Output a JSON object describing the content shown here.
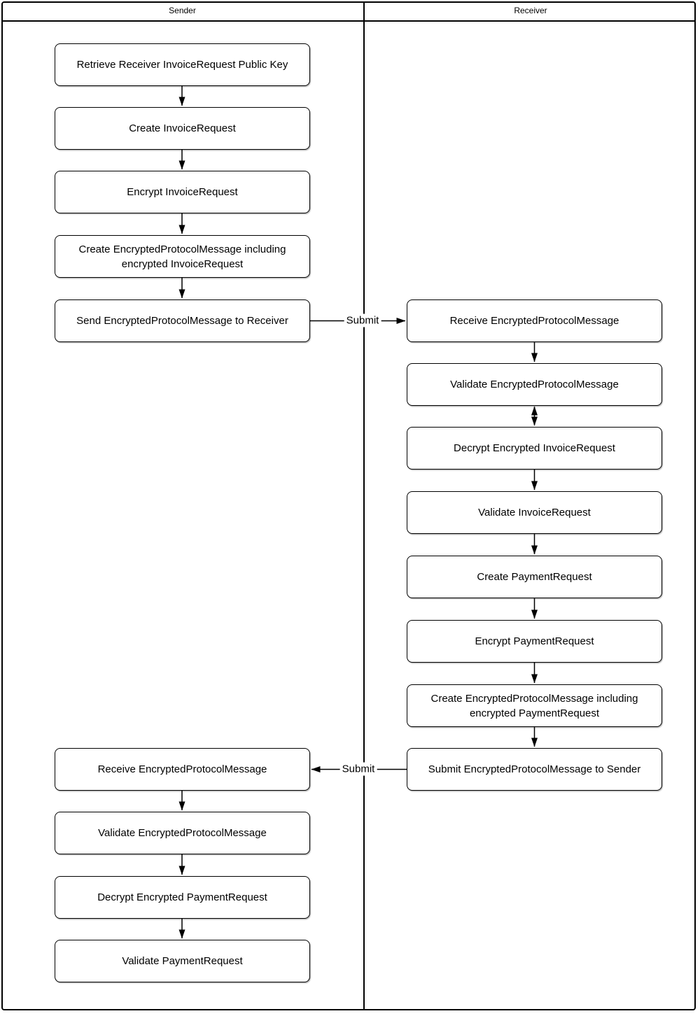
{
  "diagram": {
    "lanes": {
      "sender_title": "Sender",
      "receiver_title": "Receiver"
    },
    "sender_nodes": [
      {
        "label": "Retrieve Receiver InvoiceRequest Public Key"
      },
      {
        "label": "Create InvoiceRequest"
      },
      {
        "label": "Encrypt InvoiceRequest"
      },
      {
        "label": "Create EncryptedProtocolMessage including encrypted InvoiceRequest"
      },
      {
        "label": "Send EncryptedProtocolMessage to Receiver"
      },
      {
        "label": "Receive EncryptedProtocolMessage"
      },
      {
        "label": "Validate EncryptedProtocolMessage"
      },
      {
        "label": "Decrypt Encrypted PaymentRequest"
      },
      {
        "label": "Validate PaymentRequest"
      }
    ],
    "receiver_nodes": [
      {
        "label": "Receive EncryptedProtocolMessage"
      },
      {
        "label": "Validate EncryptedProtocolMessage"
      },
      {
        "label": "Decrypt Encrypted InvoiceRequest"
      },
      {
        "label": "Validate InvoiceRequest"
      },
      {
        "label": "Create PaymentRequest"
      },
      {
        "label": "Encrypt PaymentRequest"
      },
      {
        "label": "Create EncryptedProtocolMessage including encrypted PaymentRequest"
      },
      {
        "label": "Submit EncryptedProtocolMessage to Sender"
      }
    ],
    "connectors": {
      "submit_forward_label": "Submit",
      "submit_return_label": "Submit"
    },
    "colors": {
      "line": "#000000",
      "box_border": "#000000",
      "box_fill": "#ffffff",
      "background": "#ffffff"
    }
  }
}
